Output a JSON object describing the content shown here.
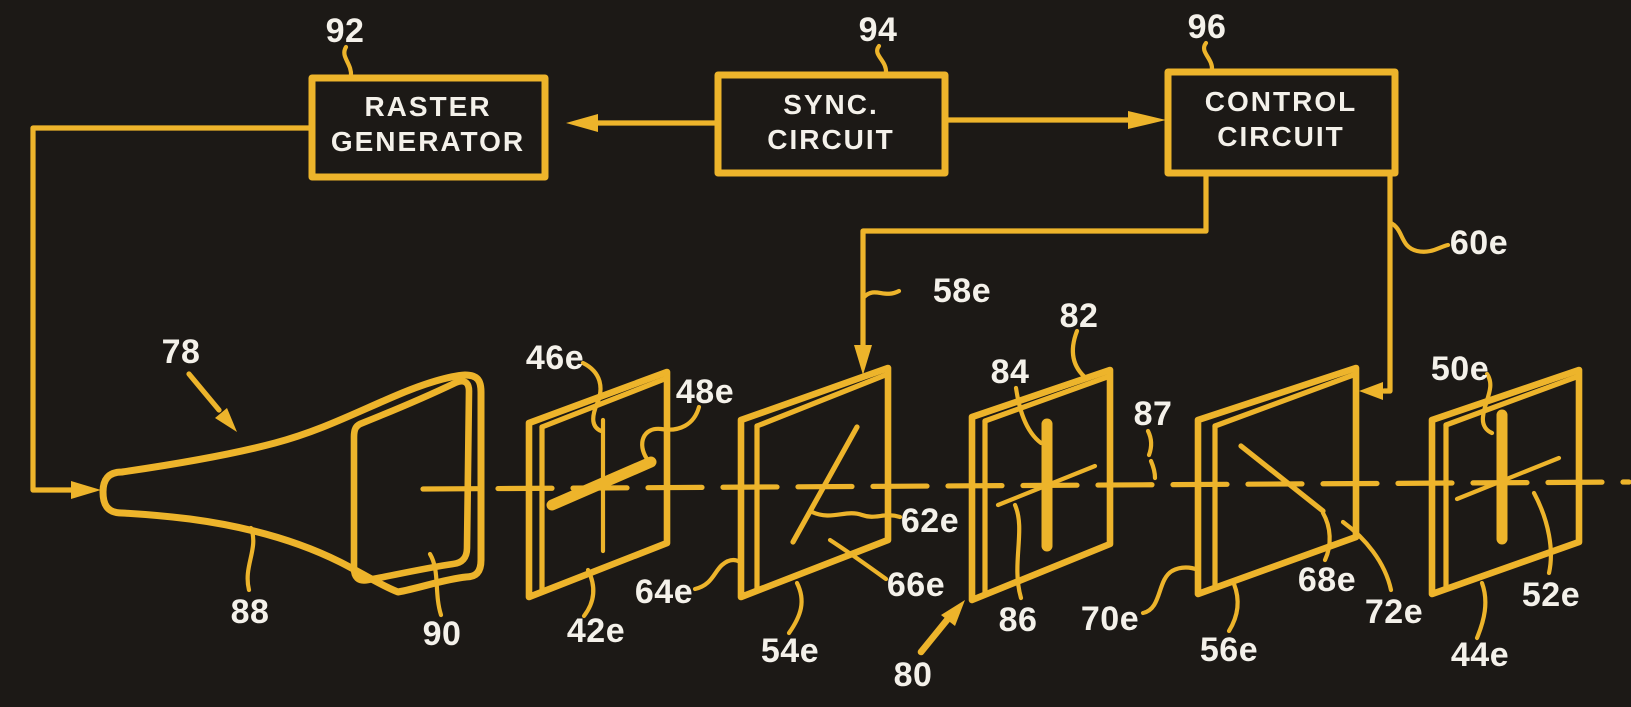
{
  "colors": {
    "background": "#1c1916",
    "line": "#edb42b",
    "ink": "#f4f1ea"
  },
  "boxes": {
    "raster_generator": {
      "ref": "92",
      "line1": "RASTER",
      "line2": "GENERATOR"
    },
    "sync_circuit": {
      "ref": "94",
      "line1": "SYNC.",
      "line2": "CIRCUIT"
    },
    "control_circuit": {
      "ref": "96",
      "line1": "CONTROL",
      "line2": "CIRCUIT"
    }
  },
  "refs": {
    "crt": "78",
    "crt_envelope": "88",
    "crt_screen": "90",
    "plate1": "42e",
    "plate1_axis_line": "46e",
    "plate1_polar_bar": "48e",
    "cell1": "54e",
    "cell1_entry": "64e",
    "cell1_diag": "62e",
    "cell1_exit": "66e",
    "plate2": "82",
    "plate2_bar": "84",
    "plate2_front": "86",
    "plate2_pointer": "80",
    "axis_gap": "87",
    "cell2": "56e",
    "cell2_entry": "70e",
    "cell2_diag": "68e",
    "cell2_front": "72e",
    "plate3": "44e",
    "plate3_bar": "50e",
    "plate3_diag": "52e",
    "control_left_line": "58e",
    "control_right_line": "60e"
  }
}
